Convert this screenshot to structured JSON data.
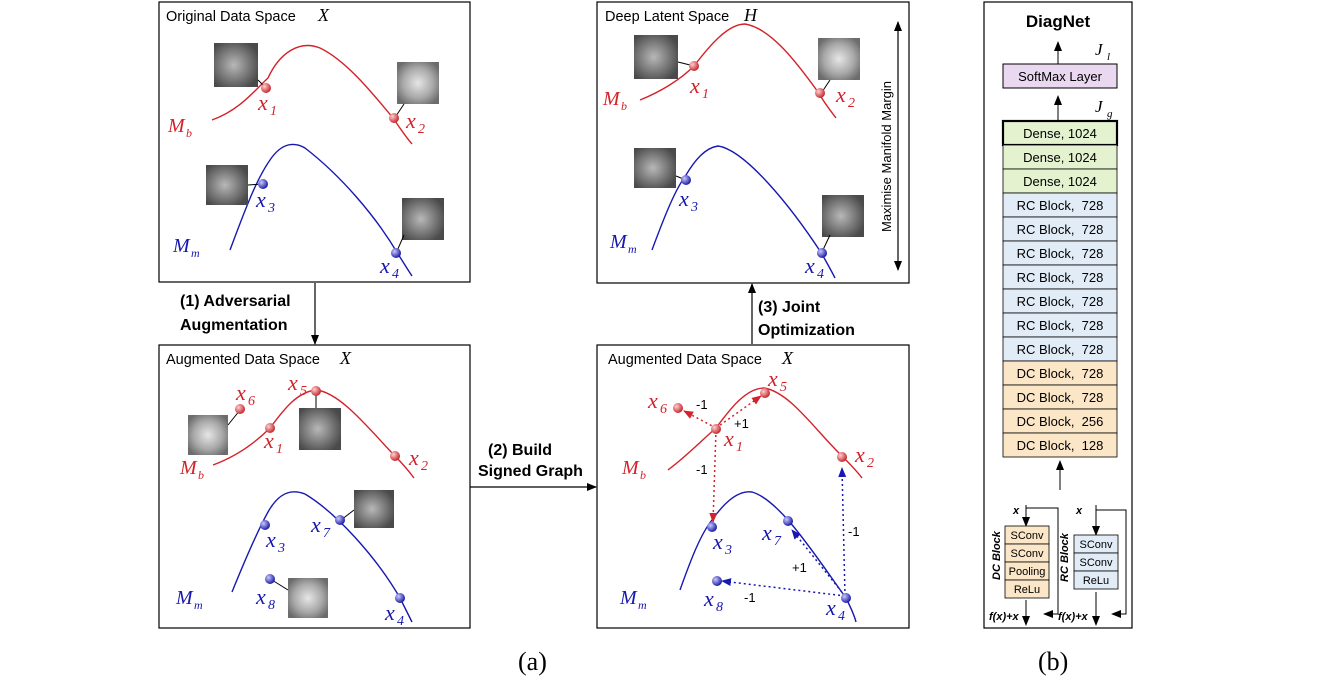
{
  "panels": {
    "original": {
      "title": "Original Data Space",
      "sym": "X"
    },
    "latent": {
      "title": "Deep Latent Space",
      "sym": "H"
    },
    "aug1": {
      "title": "Augmented Data Space",
      "sym": "X"
    },
    "aug2": {
      "title": "Augmented Data Space",
      "sym": "X"
    }
  },
  "manifolds": {
    "benign": "M",
    "benign_sub": "b",
    "malignant": "M",
    "malignant_sub": "m"
  },
  "points": {
    "x1": "x",
    "x1s": "1",
    "x2": "x",
    "x2s": "2",
    "x3": "x",
    "x3s": "3",
    "x4": "x",
    "x4s": "4",
    "x5": "x",
    "x5s": "5",
    "x6": "x",
    "x6s": "6",
    "x7": "x",
    "x7s": "7",
    "x8": "x",
    "x8s": "8"
  },
  "steps": {
    "s1_l1": "(1) Adversarial",
    "s1_l2": "Augmentation",
    "s2_l1": "(2) Build",
    "s2_l2": "Signed Graph",
    "s3_l1": "(3) Joint",
    "s3_l2": "Optimization"
  },
  "margin_label": "Maximise Manifold Margin",
  "edges": {
    "pos": "+1",
    "neg": "-1"
  },
  "diagnet": {
    "title": "DiagNet",
    "jl": "J",
    "jl_sub": "l",
    "jg": "J",
    "jg_sub": "g",
    "softmax": "SoftMax Layer",
    "layers": [
      {
        "label": "Dense, 1024",
        "kind": "dense"
      },
      {
        "label": "Dense, 1024",
        "kind": "dense"
      },
      {
        "label": "Dense, 1024",
        "kind": "dense"
      },
      {
        "label": "RC Block,  728",
        "kind": "rc"
      },
      {
        "label": "RC Block,  728",
        "kind": "rc"
      },
      {
        "label": "RC Block,  728",
        "kind": "rc"
      },
      {
        "label": "RC Block,  728",
        "kind": "rc"
      },
      {
        "label": "RC Block,  728",
        "kind": "rc"
      },
      {
        "label": "RC Block,  728",
        "kind": "rc"
      },
      {
        "label": "RC Block,  728",
        "kind": "rc"
      },
      {
        "label": "DC Block,  728",
        "kind": "dc"
      },
      {
        "label": "DC Block,  728",
        "kind": "dc"
      },
      {
        "label": "DC Block,  256",
        "kind": "dc"
      },
      {
        "label": "DC Block,  128",
        "kind": "dc"
      }
    ],
    "dc_block": {
      "name": "DC Block",
      "input": "x",
      "output": "f(x)+x",
      "ops": [
        "SConv",
        "SConv",
        "Pooling",
        "ReLu"
      ]
    },
    "rc_block": {
      "name": "RC Block",
      "input": "x",
      "output": "f(x)+x",
      "ops": [
        "SConv",
        "SConv",
        "ReLu"
      ]
    }
  },
  "captions": {
    "a": "(a)",
    "b": "(b)"
  },
  "colors": {
    "benign": "#d3222a",
    "malignant": "#1818b0",
    "dense": "#e4f2d0",
    "rc": "#e2ecf7",
    "dc": "#fbe6c8",
    "softmax": "#ead7f0"
  }
}
